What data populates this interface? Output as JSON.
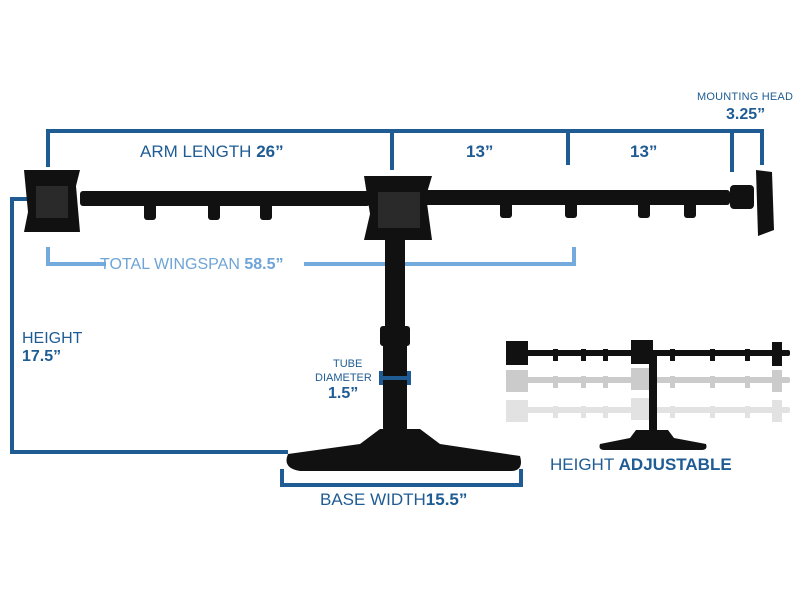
{
  "colors": {
    "dimension_dark": "#1f5c94",
    "dimension_light": "#74abdc",
    "hardware": "#111111",
    "background": "#ffffff"
  },
  "labels": {
    "arm_length": {
      "text": "ARM LENGTH",
      "value": "26”"
    },
    "arm_segment_1": {
      "value": "13”"
    },
    "arm_segment_2": {
      "value": "13”"
    },
    "mounting_head": {
      "text": "MOUNTING HEAD",
      "value": "3.25”"
    },
    "total_wingspan": {
      "text": "TOTAL WINGSPAN",
      "value": "58.5”"
    },
    "height": {
      "text": "HEIGHT",
      "value": "17.5”"
    },
    "tube_diameter": {
      "line1": "TUBE",
      "line2": "DIAMETER",
      "value": "1.5”"
    },
    "base_width": {
      "text": "BASE WIDTH",
      "value": "15.5”"
    },
    "height_adjustable": {
      "text": "HEIGHT",
      "emphasis": "ADJUSTABLE"
    }
  }
}
